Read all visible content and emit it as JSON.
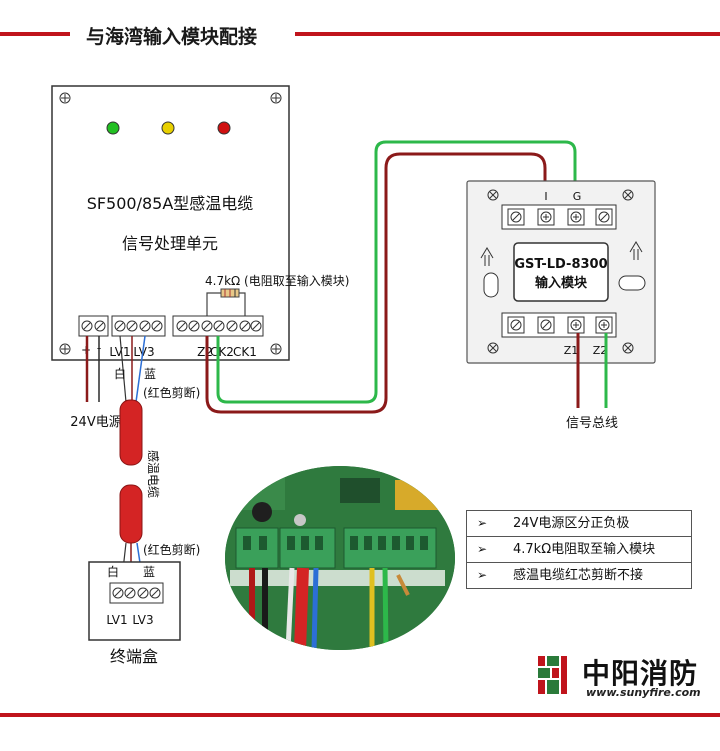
{
  "title": "与海湾输入模块配接",
  "colors": {
    "red": "#c0141c",
    "wire_red": "#8b1a1a",
    "wire_green": "#2db84a",
    "cable": "#d42424",
    "board": "#2f7a3e",
    "terminal": "#3aa05a"
  },
  "unit": {
    "name_line1": "SF500/85A型感温电缆",
    "name_line2": "信号处理单元",
    "resistor_label": "4.7kΩ (电阻取至输入模块)",
    "leds": [
      "#22c022",
      "#e8d000",
      "#d01010"
    ],
    "term_plus": "+",
    "term_minus": "-",
    "term_lv1": "LV1",
    "term_lv3": "LV3",
    "term_z2": "Z2",
    "term_ck2": "CK2",
    "term_ck1": "CK1"
  },
  "power_label": "24V电源",
  "wire_white": "白",
  "wire_blue": "蓝",
  "red_cut_top": "(红色剪断)",
  "red_cut_bottom": "(红色剪断)",
  "cable_label": "感温电缆",
  "module": {
    "model": "GST-LD-8300",
    "name": "输入模块",
    "top_i": "I",
    "top_g": "G",
    "bot_z1": "Z1",
    "bot_z2": "Z2"
  },
  "bus_label": "信号总线",
  "end_box": {
    "label": "终端盒",
    "white": "白",
    "blue": "蓝",
    "lv1": "LV1",
    "lv3": "LV3"
  },
  "notes": [
    "24V电源区分正负极",
    "4.7kΩ电阻取至输入模块",
    "感温电缆红芯剪断不接"
  ],
  "brand": {
    "name": "中阳消防",
    "url": "www.sunyfire.com"
  }
}
